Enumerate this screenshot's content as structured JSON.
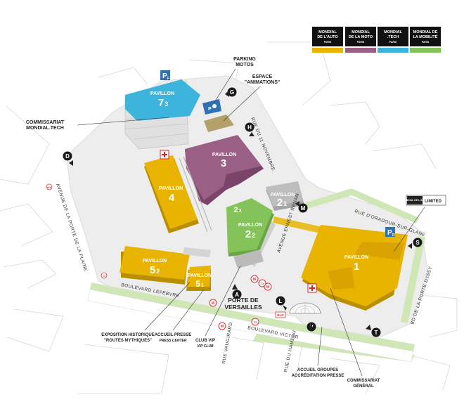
{
  "colors": {
    "auto": "#e8b400",
    "moto": "#9a5f85",
    "tech": "#3cb4dc",
    "mobilite": "#84c35a",
    "ground": "#efefef",
    "road": "#ffffff",
    "green_strip": "#cfe6b5",
    "parking": "#2e72b6"
  },
  "legend": [
    {
      "line1": "MONDIAL",
      "line2": "DE L'AUTO",
      "line3": "PARIS",
      "color": "#e8b400"
    },
    {
      "line1": "MONDIAL",
      "line2": "DE LA MOTO",
      "line3": "PARIS",
      "color": "#9a5f85"
    },
    {
      "line1": "MONDIAL",
      "line2": ".TECH",
      "line3": "PARIS",
      "color": "#3cb4dc"
    },
    {
      "line1": "MONDIAL DE",
      "line2": "LA MOBILITÉ",
      "line3": "PARIS",
      "color": "#84c35a"
    }
  ],
  "pavilions": {
    "p73": {
      "label": "PAVILLON",
      "num": "7",
      "sub": "3"
    },
    "p3": {
      "label": "PAVILLON",
      "num": "3"
    },
    "p4": {
      "label": "PAVILLON",
      "num": "4"
    },
    "p21": {
      "label": "PAVILLON",
      "num": "2",
      "sub": "1"
    },
    "p23": {
      "num": "2",
      "sub": "3"
    },
    "p22": {
      "label": "PAVILLON",
      "num": "2",
      "sub": "2"
    },
    "p52": {
      "label": "PAVILLON",
      "num": "5",
      "sub": "2"
    },
    "p51": {
      "label": "PAVILLON",
      "num": "5",
      "sub": "1"
    },
    "p1": {
      "label": "PAVILLON",
      "num": "1"
    }
  },
  "labels": {
    "parking_motos_1": "PARKING",
    "parking_motos_2": "MOTOS",
    "espace_1": "ESPACE",
    "espace_2": "\"ANIMATIONS\"",
    "commissariat_tech_1": "COMMISSARIAT",
    "commissariat_tech_2": "MONDIAL.TECH",
    "porte_1": "PORTE DE",
    "porte_2": "VERSAILLES",
    "expo_1": "EXPOSITION HISTORIQUE",
    "expo_2": "\"ROUTES MYTHIQUES\"",
    "accueil_presse": "ACCUEIL PRESSE",
    "press_center": "PRESS CENTER",
    "club_vip": "CLUB VIP",
    "vip_club": "VIP CLUB",
    "accueil_groupes_1": "ACCUEIL GROUPES",
    "accueil_groupes_2": "ACCRÉDITATION PRESSE",
    "commissariat_gen_1": "COMMISSARIAT",
    "commissariat_gen_2": "GÉNÉRAL",
    "limited_1": "MONDIAL DE L'AUTO",
    "limited_2": "LIMITED",
    "bus": "BUS"
  },
  "streets": {
    "rue_11nov": "RUE DU 11 NOVEMBRE",
    "ave_plaine": "AVENUE DE LA PORTE DE LA PLAINE",
    "bd_lefebvre": "BOULEVARD LEFEBVRE",
    "ave_renan": "AVENUE ERNEST RENAN",
    "rue_oradour": "RUE D'ORADOUR-SUR-GLANE",
    "bd_issy": "BD DE LA PORTE D'ISSY",
    "bd_victor": "BOULEVARD VICTOR",
    "rue_vaugirard": "RUE VAUGIRARD",
    "rue_hameau": "RUE DU HAMEAU"
  },
  "entrances": {
    "A": "A",
    "D": "D",
    "G": "G",
    "H": "H",
    "L": "L",
    "M": "M",
    "S": "S",
    "T": "T",
    "V": "V"
  },
  "parking_signs": {
    "p_north": "P",
    "p_north_sub": "F",
    "p_east": "P",
    "p_east_sub": "R",
    "p_motos": "P"
  },
  "metro": "M",
  "tram": {
    "t2": "T2",
    "t3": "T3"
  },
  "rer": "RER"
}
